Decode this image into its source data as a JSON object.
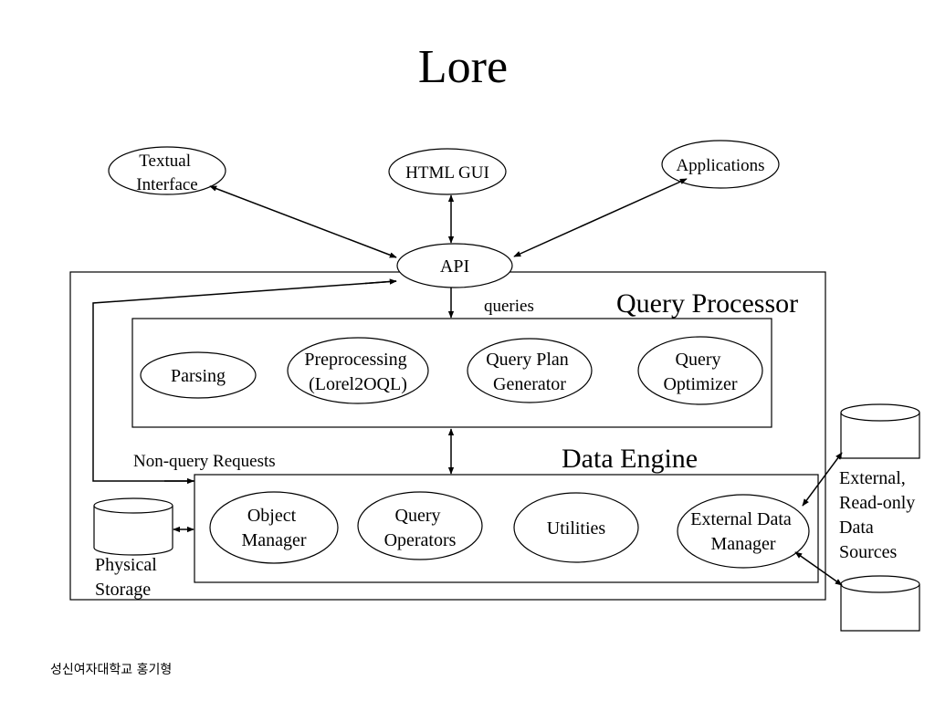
{
  "title": "Lore",
  "clients": {
    "textual": [
      "Textual",
      "Interface"
    ],
    "html_gui": "HTML GUI",
    "applications": "Applications"
  },
  "api": "API",
  "queries_label": "queries",
  "query_processor": {
    "label": "Query Processor",
    "components": {
      "parsing": [
        "Parsing"
      ],
      "preprocessing": [
        "Preprocessing",
        "(Lorel2OQL)"
      ],
      "plan_generator": [
        "Query Plan",
        "Generator"
      ],
      "optimizer": [
        "Query",
        "Optimizer"
      ]
    }
  },
  "non_query_label": "Non-query Requests",
  "data_engine": {
    "label": "Data Engine",
    "components": {
      "object_manager": [
        "Object",
        "Manager"
      ],
      "query_operators": [
        "Query",
        "Operators"
      ],
      "utilities": [
        "Utilities"
      ],
      "external_data_manager": [
        "External Data",
        "Manager"
      ]
    }
  },
  "physical_storage": [
    "Physical",
    "Storage"
  ],
  "external_sources": [
    "External,",
    "Read-only",
    "Data",
    "Sources"
  ],
  "footer": "성신여자대학교 홍기형"
}
